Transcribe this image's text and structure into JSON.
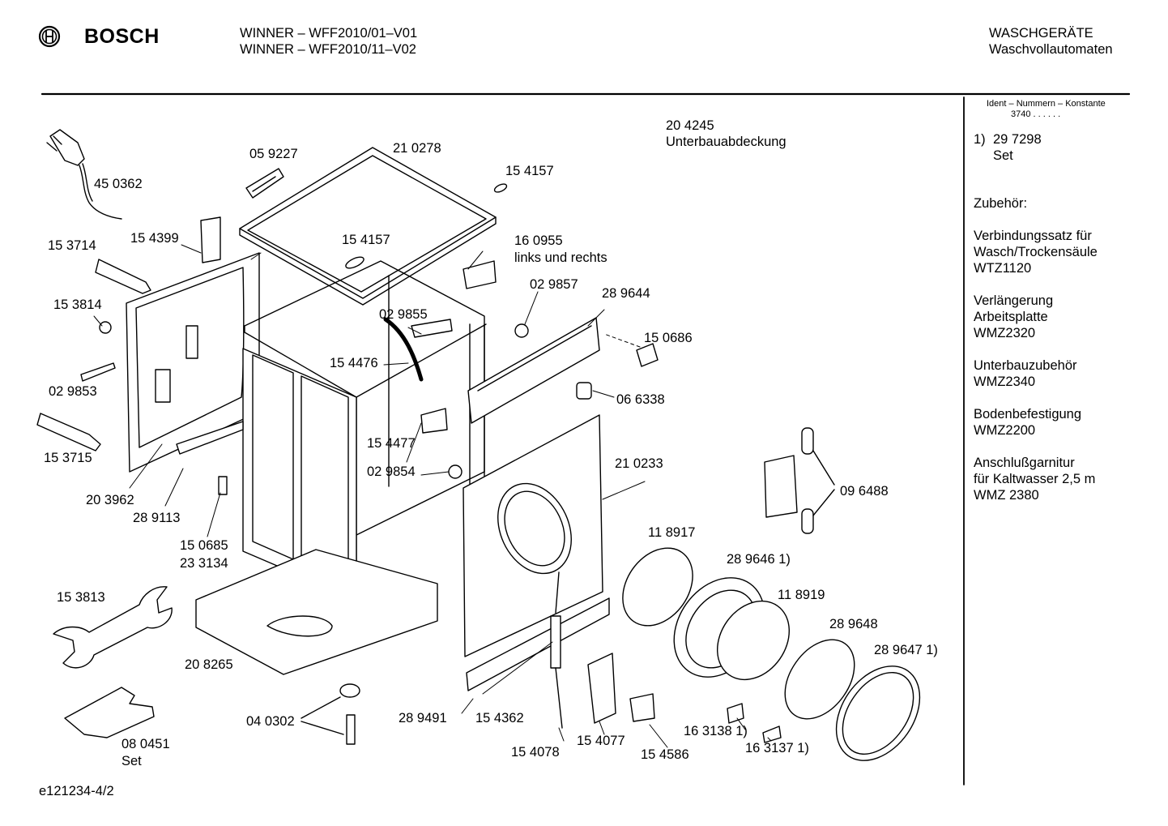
{
  "header": {
    "brand": "BOSCH",
    "model_line_1": "WINNER – WFF2010/01–V01",
    "model_line_2": "WINNER – WFF2010/11–V02",
    "category_line_1": "WASCHGERÄTE",
    "category_line_2": "Waschvollautomaten"
  },
  "sidebar": {
    "ident_title": "Ident – Nummern – Konstante",
    "ident_value": "3740  . .     . . . .",
    "note_index": "1)",
    "note_number": "29 7298",
    "note_text": "Set",
    "accessories_title": "Zubehör:",
    "accessories": [
      {
        "lines": [
          "Verbindungssatz für",
          "Wasch/Trockensäule",
          "WTZ1120"
        ]
      },
      {
        "lines": [
          "Verlängerung",
          "Arbeitsplatte",
          "WMZ2320"
        ]
      },
      {
        "lines": [
          "Unterbauzubehör",
          "WMZ2340"
        ]
      },
      {
        "lines": [
          "Bodenbefestigung",
          "WMZ2200"
        ]
      },
      {
        "lines": [
          "Anschlußgarnitur",
          "für Kaltwasser 2,5 m",
          "WMZ 2380"
        ]
      }
    ]
  },
  "footer": {
    "drawing_id": "e121234-4/2"
  },
  "parts": [
    {
      "id": "p450362",
      "text": "45 0362"
    },
    {
      "id": "p059227",
      "text": "05 9227"
    },
    {
      "id": "p210278",
      "text": "21 0278"
    },
    {
      "id": "p204245",
      "text": "20 4245"
    },
    {
      "id": "p204245d",
      "text": "Unterbauabdeckung"
    },
    {
      "id": "p154157a",
      "text": "15 4157"
    },
    {
      "id": "p154157b",
      "text": "15 4157"
    },
    {
      "id": "p153714",
      "text": "15 3714"
    },
    {
      "id": "p154399",
      "text": "15 4399"
    },
    {
      "id": "p160955",
      "text": "16 0955"
    },
    {
      "id": "p160955d",
      "text": "links und rechts"
    },
    {
      "id": "p029857",
      "text": "02 9857"
    },
    {
      "id": "p289644",
      "text": "28 9644"
    },
    {
      "id": "p153814",
      "text": "15 3814"
    },
    {
      "id": "p029855",
      "text": "02 9855"
    },
    {
      "id": "p150686",
      "text": "15 0686"
    },
    {
      "id": "p154476",
      "text": "15 4476"
    },
    {
      "id": "p029853",
      "text": "02 9853"
    },
    {
      "id": "p066338",
      "text": "06 6338"
    },
    {
      "id": "p154477",
      "text": "15 4477"
    },
    {
      "id": "p153715",
      "text": "15 3715"
    },
    {
      "id": "p210233",
      "text": "21 0233"
    },
    {
      "id": "p029854",
      "text": "02 9854"
    },
    {
      "id": "p203962",
      "text": "20 3962"
    },
    {
      "id": "p096488",
      "text": "09 6488"
    },
    {
      "id": "p289113",
      "text": "28 9113"
    },
    {
      "id": "p118917",
      "text": "11 8917"
    },
    {
      "id": "p150685",
      "text": "15 0685"
    },
    {
      "id": "p289646",
      "text": "28 9646 1)"
    },
    {
      "id": "p233134",
      "text": "23 3134"
    },
    {
      "id": "p118919",
      "text": "11 8919"
    },
    {
      "id": "p153813",
      "text": "15 3813"
    },
    {
      "id": "p289648",
      "text": "28 9648"
    },
    {
      "id": "p289647",
      "text": "28 9647 1)"
    },
    {
      "id": "p208265",
      "text": "20 8265"
    },
    {
      "id": "p040302",
      "text": "04 0302"
    },
    {
      "id": "p289491",
      "text": "28 9491"
    },
    {
      "id": "p154362",
      "text": "15 4362"
    },
    {
      "id": "p163138",
      "text": "16 3138 1)"
    },
    {
      "id": "p080451",
      "text": "08 0451"
    },
    {
      "id": "p080451d",
      "text": "Set"
    },
    {
      "id": "p154077",
      "text": "15 4077"
    },
    {
      "id": "p163137",
      "text": "16 3137 1)"
    },
    {
      "id": "p154078",
      "text": "15 4078"
    },
    {
      "id": "p154586",
      "text": "15 4586"
    }
  ]
}
